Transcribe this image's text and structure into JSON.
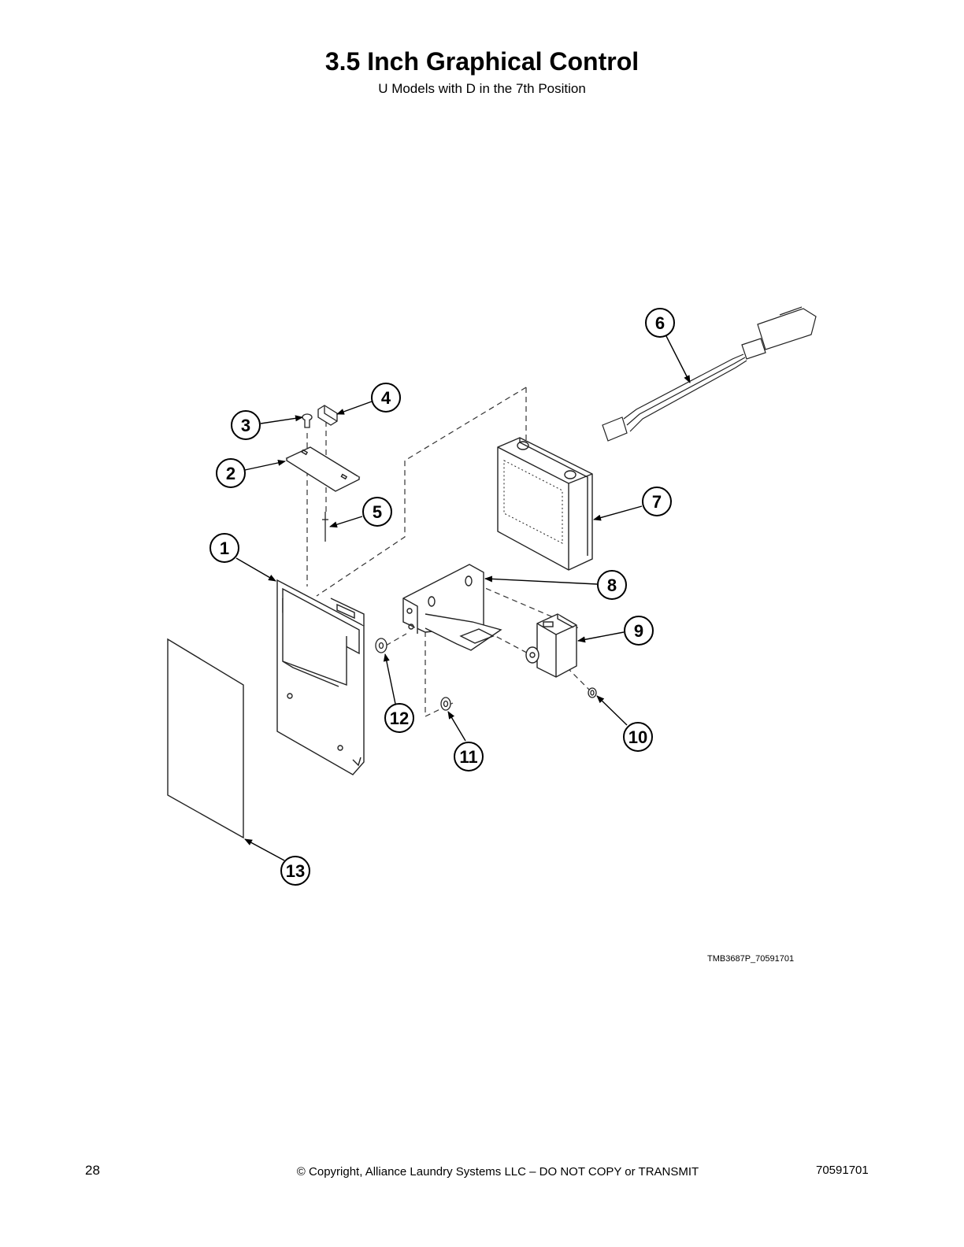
{
  "header": {
    "title": "3.5 Inch Graphical Control",
    "subtitle": "U Models with D in the 7th Position"
  },
  "diagram": {
    "drawing_id": "TMB3687P_70591701",
    "callouts": [
      "1",
      "2",
      "3",
      "4",
      "5",
      "6",
      "7",
      "8",
      "9",
      "10",
      "11",
      "12",
      "13"
    ]
  },
  "footer": {
    "page_number": "28",
    "copyright": "© Copyright, Alliance Laundry Systems LLC – DO NOT COPY or TRANSMIT",
    "document_number": "70591701"
  }
}
